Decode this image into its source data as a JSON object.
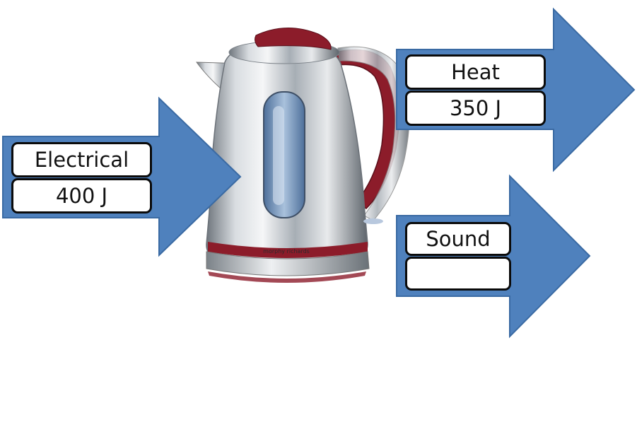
{
  "colors": {
    "arrow_fill": "#4f81bd",
    "arrow_stroke": "#3a6aa3",
    "kettle_steel": "#c8cdd2",
    "kettle_red": "#8c1c2a",
    "water_window": "#6e8fb8"
  },
  "kettle": {
    "brand": "morphy richards"
  },
  "energy_in": [
    {
      "label": "Electrical",
      "value": "400 J"
    }
  ],
  "energy_out": [
    {
      "label": "Heat",
      "value": "350 J"
    },
    {
      "label": "Sound",
      "value": ""
    }
  ]
}
